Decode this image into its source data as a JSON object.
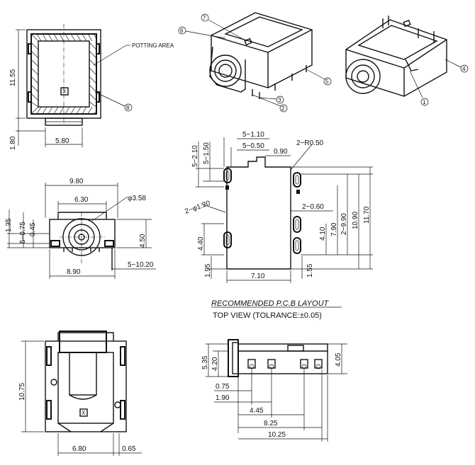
{
  "notes": {
    "potting_area": "POTTING AREA",
    "pcb_title": "RECOMMENDED P.C.B LAYOUT",
    "pcb_subtitle": "TOP VIEW (TOLRANCE:±0.05)"
  },
  "part_marker": "X",
  "callouts": [
    "1",
    "2",
    "3",
    "4",
    "5",
    "6",
    "7",
    "8"
  ],
  "dims": {
    "side_h": "11.55",
    "side_base": "1.80",
    "side_w": "5.80",
    "front_w_top": "9.80",
    "front_w_inner": "6.30",
    "front_dia": "φ3.58",
    "front_h_135": "1.35",
    "front_h_075": "5−0.75",
    "front_h_045": "0.45",
    "front_h_450": "4.50",
    "front_w_bottom": "8.90",
    "front_pin": "5−10.20",
    "pcb_5_210": "5−2.10",
    "pcb_5_150": "5−1.50",
    "pcb_5_110": "5−1.10",
    "pcb_5_050": "5−0.50",
    "pcb_090": "0.90",
    "pcb_r050": "2−R0.50",
    "pcb_dia120": "2−φ1.20",
    "pcb_060": "2−0.60",
    "pcb_790": "7.90",
    "pcb_990": "2−9.90",
    "pcb_1090": "10.90",
    "pcb_1170": "11.70",
    "pcb_440": "4.40",
    "pcb_410": "4.10",
    "pcb_195": "1.95",
    "pcb_155": "1.55",
    "pcb_710": "7.10",
    "bot_h": "10.75",
    "bot_w": "6.80",
    "bot_065": "0.65",
    "lat_535": "5.35",
    "lat_420": "4.20",
    "lat_405": "4.05",
    "lat_075": "0.75",
    "lat_190": "1.90",
    "lat_445": "4.45",
    "lat_825": "8.25",
    "lat_1025": "10.25"
  }
}
